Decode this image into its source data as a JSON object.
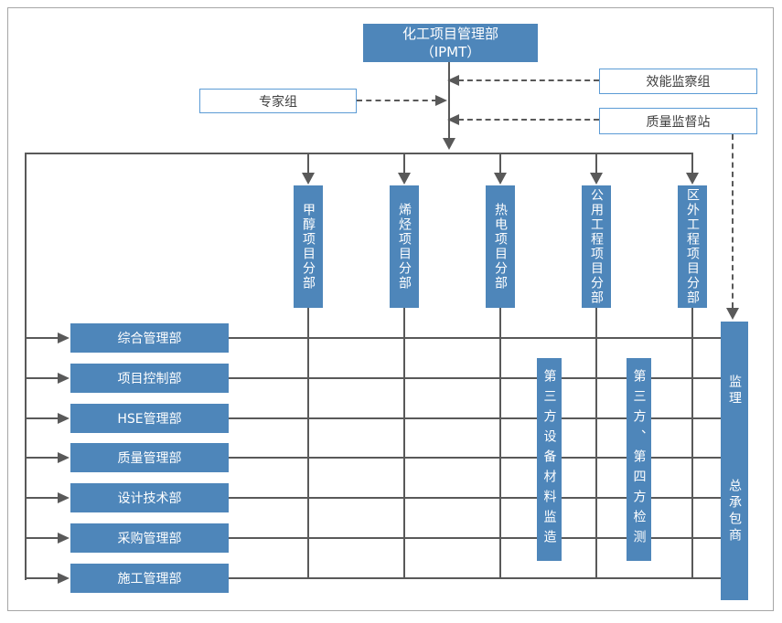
{
  "org": {
    "ipmt": {
      "line1": "化工项目管理部",
      "line2": "（IPMT）"
    },
    "expert_group": "专家组",
    "efficiency_group": "效能监察组",
    "quality_station": "质量监督站",
    "divisions": [
      "甲醇项目分部",
      "烯烃项目分部",
      "热电项目分部",
      "公用工程项目分部",
      "区外工程项目分部"
    ],
    "departments": [
      "综合管理部",
      "项目控制部",
      "HSE管理部",
      "质量管理部",
      "设计技术部",
      "采购管理部",
      "施工管理部"
    ],
    "third_party_boxes": [
      "第三方设备材料监造",
      "第三方、第四方检测"
    ],
    "supervisor": "监理",
    "general_contractor": "总承包商"
  },
  "colors": {
    "box_blue": "#4e86ba",
    "outline_blue": "#5b9bd5",
    "line_gray": "#595959",
    "text_dark": "#404040",
    "page_border_gray": "#a6a6a6",
    "box_text_white": "#ffffff"
  }
}
